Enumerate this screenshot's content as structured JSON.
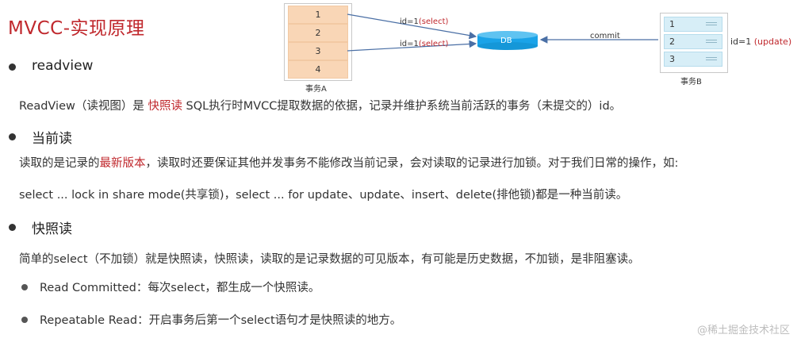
{
  "title": "MVCC-实现原理",
  "diagram": {
    "tx_a_rows": [
      "1",
      "2",
      "3",
      "4"
    ],
    "tx_a_caption": "事务A",
    "tx_b_rows": [
      "1",
      "2",
      "3"
    ],
    "tx_b_caption": "事务B",
    "db_label": "DB",
    "arrow1_label_a": "id=1",
    "arrow1_label_b": "(select)",
    "arrow2_label_a": "id=1",
    "arrow2_label_b": "(select)",
    "commit_label": "commit",
    "update_label_a": "id=1 ",
    "update_label_b": "(update)"
  },
  "sections": {
    "readview": {
      "heading": "readview",
      "text_pre": "ReadView（读视图）是 ",
      "text_red": "快照读",
      "text_post": " SQL执行时MVCC提取数据的依据，记录并维护系统当前活跃的事务（未提交的）id。"
    },
    "current_read": {
      "heading": "当前读",
      "line1_pre": "读取的是记录的",
      "line1_red": "最新版本",
      "line1_post": "，读取时还要保证其他并发事务不能修改当前记录，会对读取的记录进行加锁。对于我们日常的操作，如:",
      "line2": "select ... lock in share mode(共享锁)，select ... for update、update、insert、delete(排他锁)都是一种当前读。"
    },
    "snapshot_read": {
      "heading": "快照读",
      "line1": "简单的select（不加锁）就是快照读，快照读，读取的是记录数据的可见版本，有可能是历史数据，不加锁，是非阻塞读。",
      "item1": "Read Committed：每次select，都生成一个快照读。",
      "item2": "Repeatable Read：开启事务后第一个select语句才是快照读的地方。"
    }
  },
  "watermark": "@稀土掘金技术社区",
  "colors": {
    "accent_red": "#c0282d",
    "db_blue": "#1aa3e8",
    "tx_a_row": "#f9d6b6",
    "tx_b_row": "#d7eef7"
  }
}
